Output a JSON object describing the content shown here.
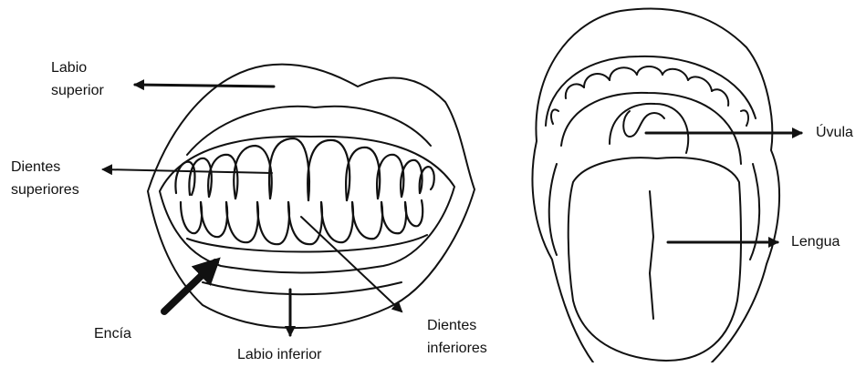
{
  "labels": {
    "upper_lip": "Labio\nsuperior",
    "upper_teeth": "Dientes\nsuperiores",
    "gum": "Encía",
    "lower_lip": "Labio inferior",
    "lower_teeth": "Dientes\ninferiores",
    "uvula": "Úvula",
    "tongue": "Lengua"
  },
  "colors": {
    "stroke": "#111111",
    "background": "#ffffff"
  }
}
